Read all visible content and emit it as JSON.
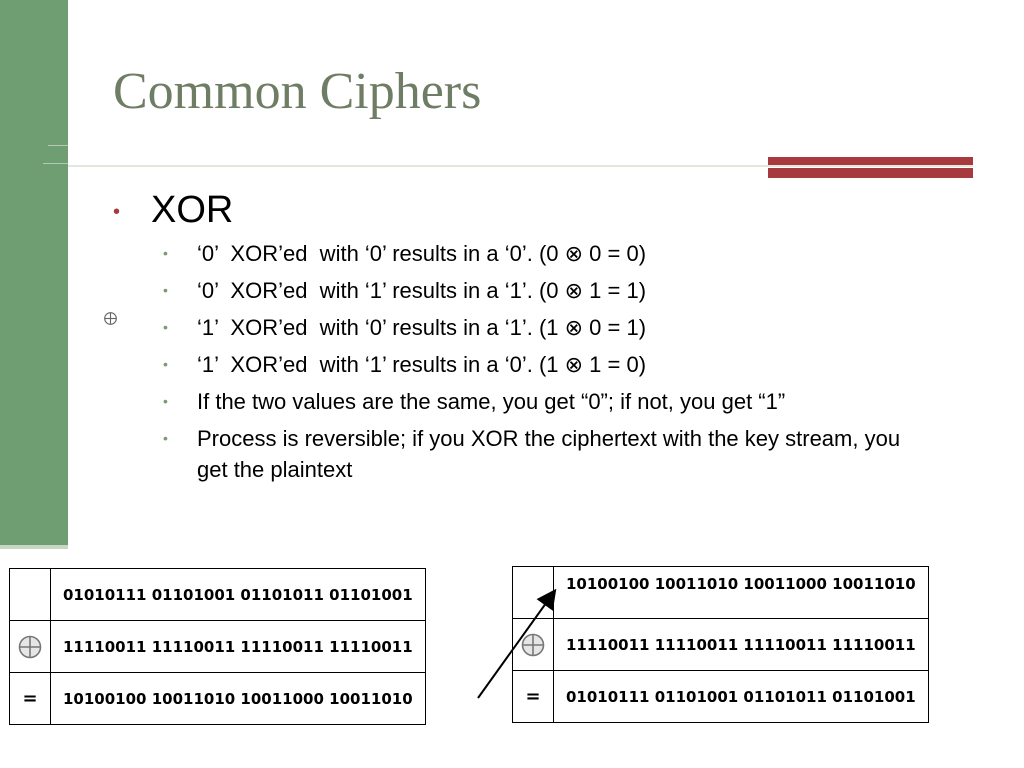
{
  "slide": {
    "title": "Common Ciphers",
    "main_bullet": "XOR",
    "sub_bullets": [
      "‘0’  XOR’ed  with ‘0’ results in a ‘0’. (0 ⊗ 0 = 0)",
      "‘0’  XOR’ed  with ‘1’ results in a ‘1’. (0 ⊗ 1 = 1)",
      "‘1’  XOR’ed  with ‘0’ results in a ‘1’. (1 ⊗ 0 = 1)",
      "‘1’  XOR’ed  with ‘1’ results in a ‘0’. (1 ⊗ 1 = 0)",
      "If the two values are the same, you get “0”; if not, you get “1”",
      "Process is reversible; if you XOR the ciphertext with the key stream, you get the plaintext"
    ]
  },
  "table_left": {
    "rows": [
      {
        "op": "",
        "value": "01010111 01101001 01101011 01101001"
      },
      {
        "op": "xor-circle-icon",
        "value": "11110011 11110011 11110011 11110011"
      },
      {
        "op": "=",
        "value": "10100100 10011010 10011000 10011010"
      }
    ]
  },
  "table_right": {
    "rows": [
      {
        "op": "",
        "value": "10100100 10011010 10011000 10011010"
      },
      {
        "op": "xor-circle-icon",
        "value": "11110011 11110011 11110011 11110011"
      },
      {
        "op": "=",
        "value": "01010111 01101001 01101011 01101001"
      }
    ]
  },
  "colors": {
    "sidebar": "#6f9e72",
    "title": "#6e7d64",
    "accent": "#a63a3f"
  }
}
